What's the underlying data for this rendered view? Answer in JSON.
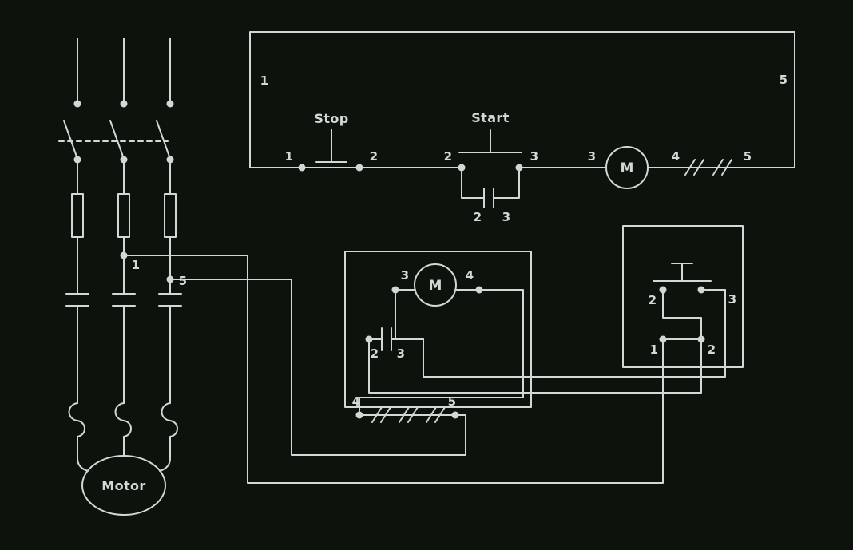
{
  "colors": {
    "background": "#0c120c",
    "line": "#d5d7d4",
    "text": "#d5d7d4"
  },
  "ladder_diagram": {
    "rail_left_label": "1",
    "rail_right_label": "5",
    "stop_button_label": "Stop",
    "start_button_label": "Start",
    "stop_terminal_left": "1",
    "stop_terminal_right": "2",
    "start_terminal_left": "2",
    "start_terminal_right": "3",
    "seal_in_terminal_left": "2",
    "seal_in_terminal_right": "3",
    "coil_terminal_left": "3",
    "coil_label": "M",
    "coil_terminal_right": "4",
    "overload_terminal_right": "5"
  },
  "power_circuit": {
    "tap_line1_label": "1",
    "tap_line5_label": "5",
    "motor_label": "Motor"
  },
  "contactor_box": {
    "coil_label": "M",
    "coil_terminal_left": "3",
    "coil_terminal_right": "4",
    "aux_terminal_left": "2",
    "aux_terminal_right": "3",
    "overload_terminal_left": "4",
    "overload_terminal_right": "5"
  },
  "pushbutton_station": {
    "start_terminal_left": "2",
    "start_terminal_right": "3",
    "stop_terminal_left": "1",
    "stop_terminal_right": "2"
  }
}
